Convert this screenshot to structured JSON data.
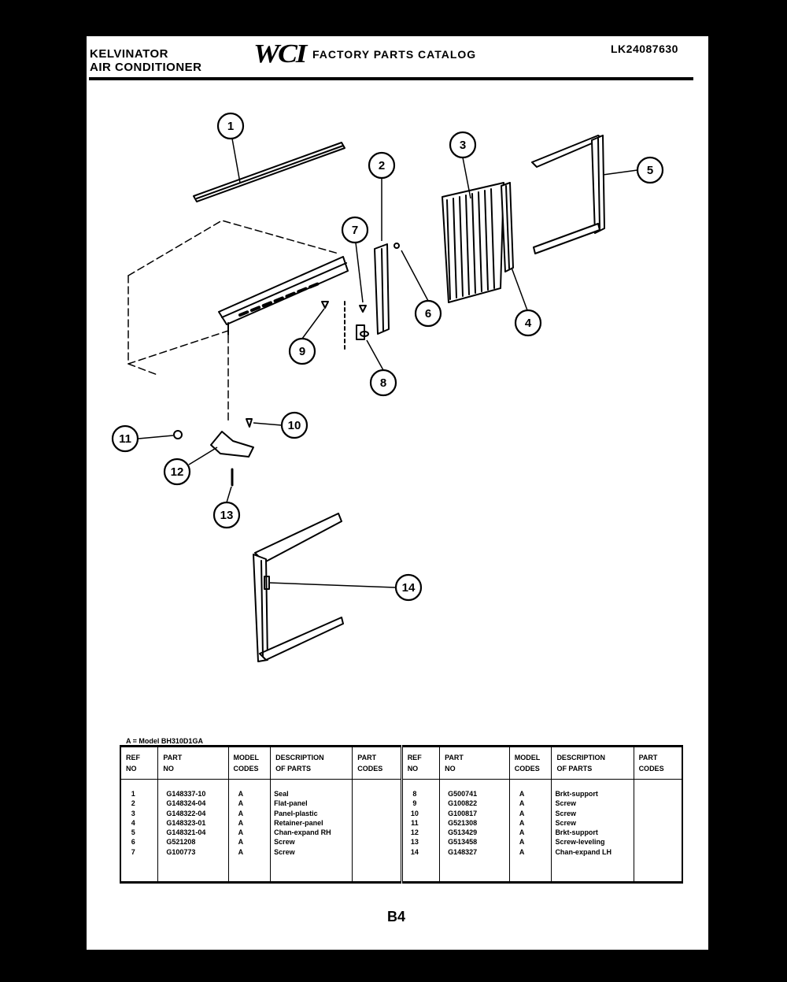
{
  "header": {
    "brand_line1": "KELVINATOR",
    "brand_line2": "AIR CONDITIONER",
    "logo": "WCI",
    "catalog_title": "FACTORY PARTS CATALOG",
    "catalog_number": "LK24087630"
  },
  "diagram": {
    "callouts": [
      "1",
      "2",
      "3",
      "4",
      "5",
      "6",
      "7",
      "8",
      "9",
      "10",
      "11",
      "12",
      "13",
      "14"
    ]
  },
  "table": {
    "model_note": "A = Model BH310D1GA",
    "headers": {
      "ref_line1": "REF",
      "ref_line2": "NO",
      "part_line1": "PART",
      "part_line2": "NO",
      "model_line1": "MODEL",
      "model_line2": "CODES",
      "desc_line1": "DESCRIPTION",
      "desc_line2": "OF PARTS",
      "pcode_line1": "PART",
      "pcode_line2": "CODES"
    },
    "left_rows": [
      {
        "ref": "1",
        "part": "G148337-10",
        "code": "A",
        "desc": "Seal"
      },
      {
        "ref": "2",
        "part": "G148324-04",
        "code": "A",
        "desc": "Flat-panel"
      },
      {
        "ref": "3",
        "part": "G148322-04",
        "code": "A",
        "desc": "Panel-plastic"
      },
      {
        "ref": "4",
        "part": "G148323-01",
        "code": "A",
        "desc": "Retainer-panel"
      },
      {
        "ref": "5",
        "part": "G148321-04",
        "code": "A",
        "desc": "Chan-expand RH"
      },
      {
        "ref": "6",
        "part": "G521208",
        "code": "A",
        "desc": "Screw"
      },
      {
        "ref": "7",
        "part": "G100773",
        "code": "A",
        "desc": "Screw"
      }
    ],
    "right_rows": [
      {
        "ref": "8",
        "part": "G500741",
        "code": "A",
        "desc": "Brkt-support"
      },
      {
        "ref": "9",
        "part": "G100822",
        "code": "A",
        "desc": "Screw"
      },
      {
        "ref": "10",
        "part": "G100817",
        "code": "A",
        "desc": "Screw"
      },
      {
        "ref": "11",
        "part": "G521308",
        "code": "A",
        "desc": "Screw"
      },
      {
        "ref": "12",
        "part": "G513429",
        "code": "A",
        "desc": "Brkt-support"
      },
      {
        "ref": "13",
        "part": "G513458",
        "code": "A",
        "desc": "Screw-leveling"
      },
      {
        "ref": "14",
        "part": "G148327",
        "code": "A",
        "desc": "Chan-expand LH"
      }
    ]
  },
  "footer": {
    "page_number": "B4"
  }
}
